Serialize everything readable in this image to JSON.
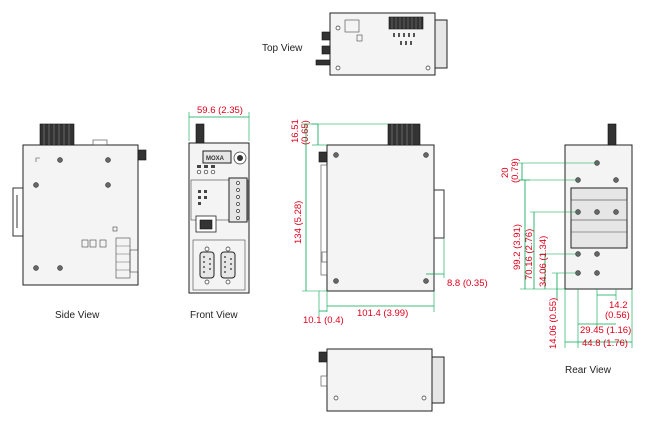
{
  "views": {
    "top": "Top View",
    "side": "Side View",
    "front": "Front View",
    "rear": "Rear View"
  },
  "brand": "MOXA",
  "dimensions": {
    "front_width": "59.6 (2.35)",
    "top_offset_a": "16.51",
    "top_offset_b": "(0.65)",
    "height": "134 (5.28)",
    "depth": "101.4 (3.99)",
    "side_offset": "8.8 (0.35)",
    "left_offset": "10.1 (0.4)",
    "rear_top_a": "20",
    "rear_top_b": "(0.79)",
    "rear_h1": "99.2 (3.91)",
    "rear_h2": "70.16 (2.76)",
    "rear_h3": "34.06 (1.34)",
    "rear_h4": "14.06 (0.55)",
    "rear_w1a": "14.2",
    "rear_w1b": "(0.56)",
    "rear_w2": "29.45 (1.16)",
    "rear_w3": "44.8 (1.76)"
  },
  "colors": {
    "dimension_text": "#e0001b",
    "dimension_line": "#00a651",
    "outline": "#222222"
  }
}
